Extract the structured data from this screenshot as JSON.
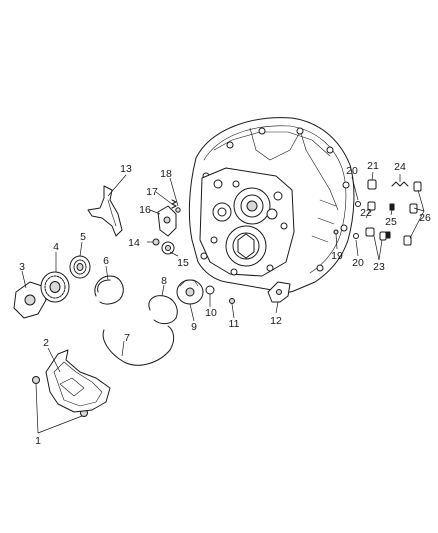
{
  "callouts": [
    "1",
    "2",
    "3",
    "4",
    "5",
    "6",
    "7",
    "8",
    "9",
    "10",
    "11",
    "12",
    "13",
    "14",
    "15",
    "16",
    "17",
    "18",
    "19",
    "20",
    "20",
    "21",
    "22",
    "23",
    "24",
    "25",
    "26"
  ]
}
